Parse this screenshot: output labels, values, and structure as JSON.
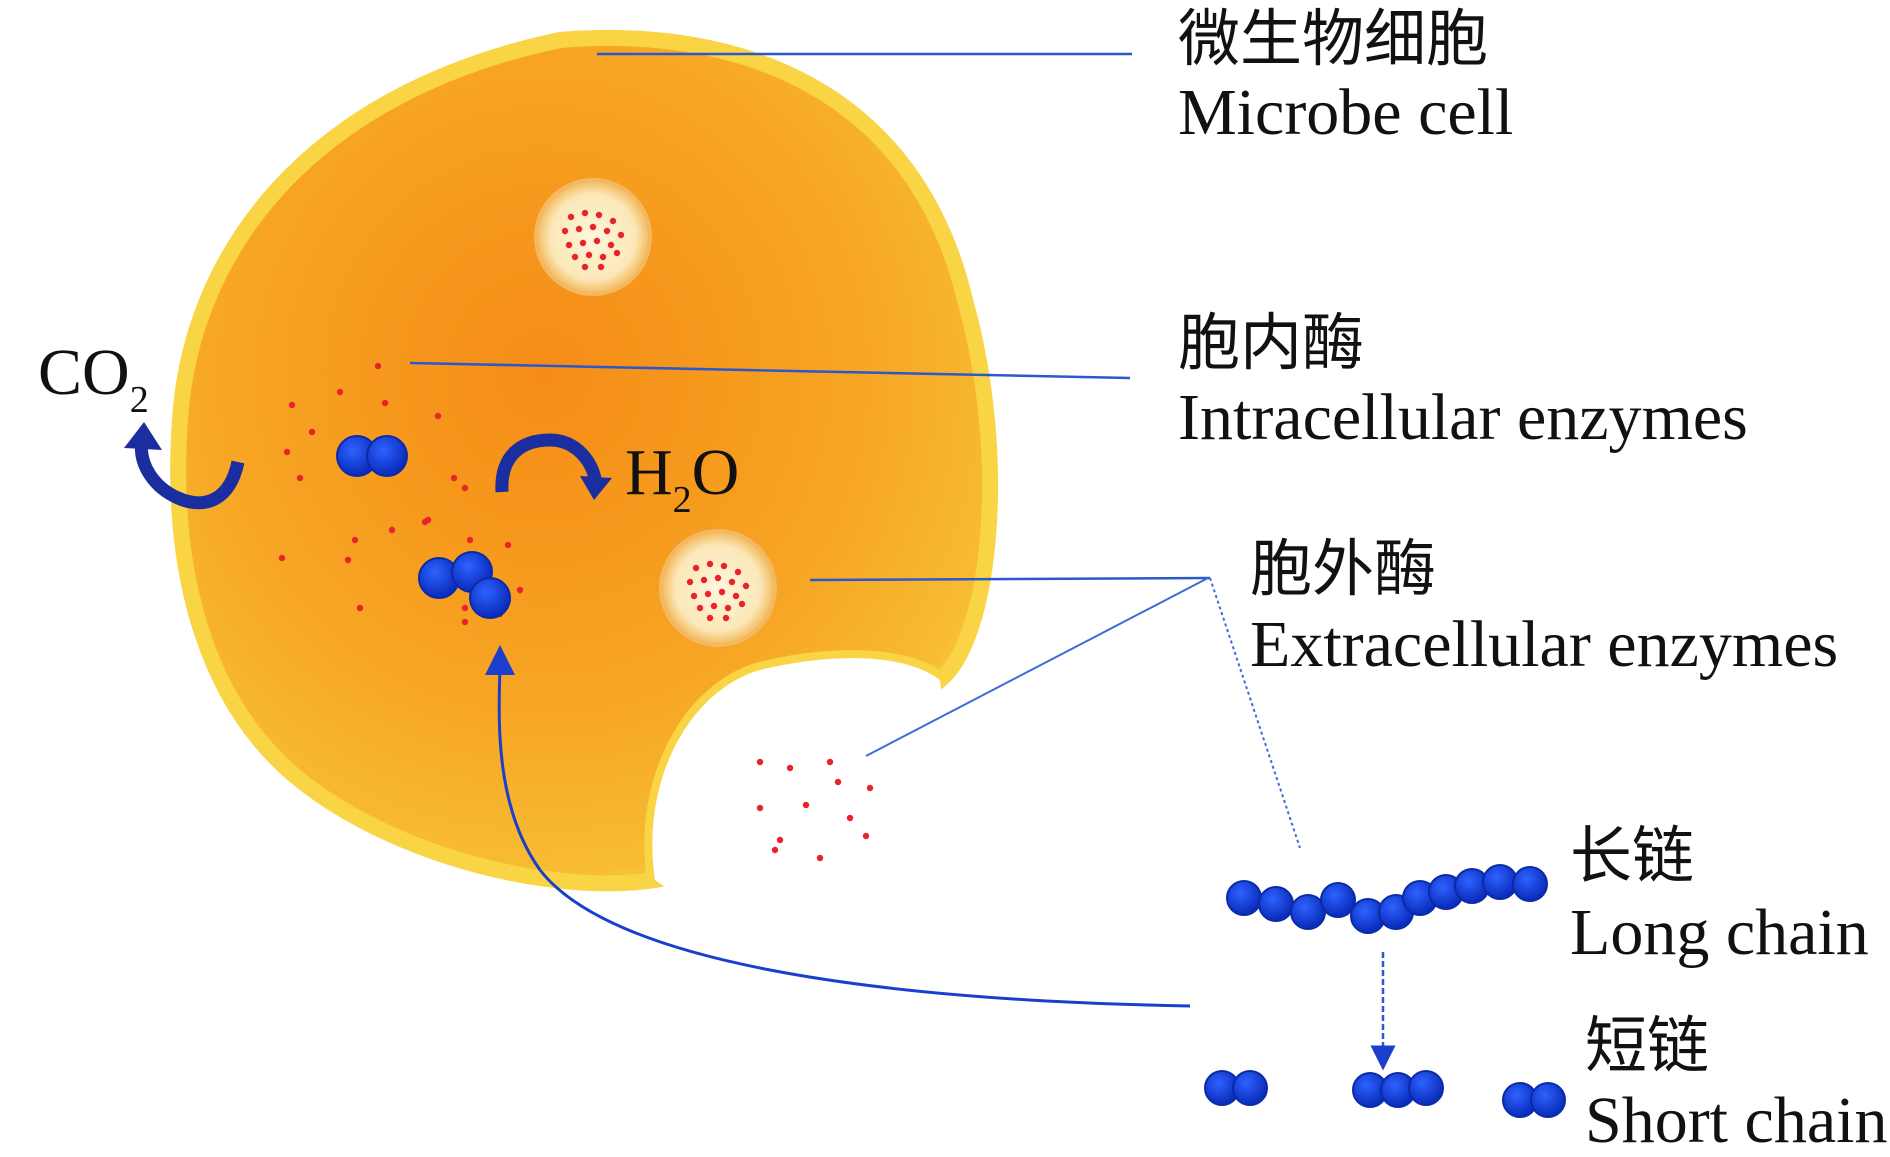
{
  "labels": {
    "microbe_cell": {
      "zh": "微生物细胞",
      "en": "Microbe cell"
    },
    "intracellular": {
      "zh": "胞内酶",
      "en": "Intracellular enzymes"
    },
    "extracellular": {
      "zh": "胞外酶",
      "en": "Extracellular enzymes"
    },
    "long_chain": {
      "zh": "长链",
      "en": "Long chain"
    },
    "short_chain": {
      "zh": "短链",
      "en": "Short chain"
    }
  },
  "chemicals": {
    "co2": {
      "base": "CO",
      "sub": "2"
    },
    "h2o": {
      "base_h": "H",
      "sub": "2",
      "base_o": "O"
    }
  },
  "colors": {
    "cell_outer": "#f7d036",
    "cell_inner": "#f59a1a",
    "molecule": "#1240d8",
    "enzyme_dot": "#e8232a",
    "leader_line": "#2c58cc",
    "arrow": "#1a2ea0"
  }
}
